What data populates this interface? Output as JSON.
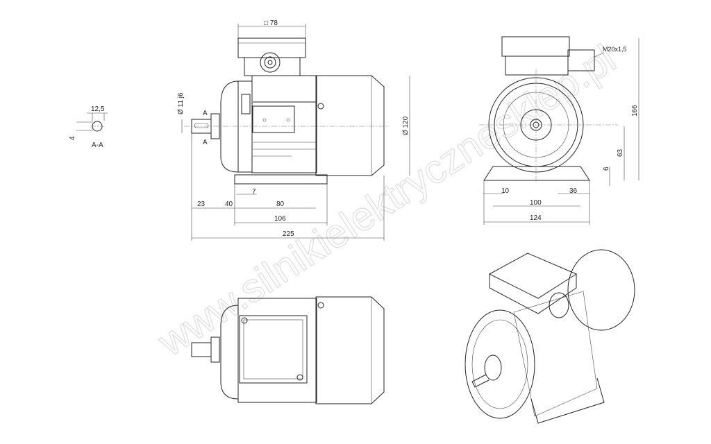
{
  "watermark": "www.silnikielektrycznesklep.pl",
  "section": {
    "label": "A-A",
    "width": "12,5",
    "height": "4"
  },
  "side_view": {
    "terminal_box": "78",
    "shaft_diameter": "11 j6",
    "section_marker": "A",
    "body_diameter": "120",
    "foot_thickness": "7",
    "shaft_length": "23",
    "shaft_to_foot": "40",
    "foot_hole_spacing": "80",
    "foot_length": "106",
    "total_length": "225"
  },
  "front_view": {
    "gland": "M20x1,5",
    "total_height": "166",
    "shaft_height": "63",
    "foot_height": "6",
    "hole_diameter": "10",
    "foot_edge": "36",
    "foot_hole_spacing": "100",
    "foot_width": "124"
  }
}
